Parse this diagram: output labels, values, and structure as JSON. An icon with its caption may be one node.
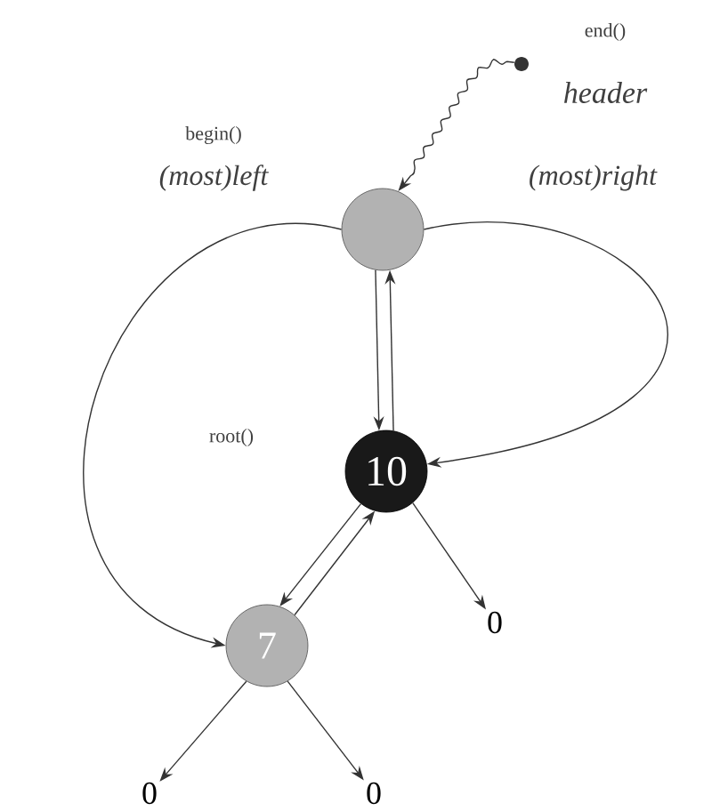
{
  "diagram": {
    "nodes": [
      {
        "text": [],
        "shape": "circle",
        "beside": [
          "end()",
          "header"
        ]
      },
      {
        "text": [],
        "shape": "circle"
      },
      {
        "text": [
          "10"
        ]
      },
      {
        "text": [
          "7"
        ]
      },
      {
        "text": [
          "0"
        ]
      },
      {
        "text": [
          "0"
        ]
      },
      {
        "text": [
          "0"
        ]
      }
    ],
    "edges": [
      {
        "from": 0,
        "to": 1,
        "arrow": "to"
      },
      {
        "from": 1,
        "to": 2,
        "arrow": "to"
      },
      {
        "from": 2,
        "to": 1,
        "arrow": "to"
      },
      {
        "from": 1,
        "to": 3,
        "arrow": "to"
      },
      {
        "from": 1,
        "to": 2,
        "arrow": "to"
      },
      {
        "from": 2,
        "to": 3,
        "arrow": "to"
      },
      {
        "from": 3,
        "to": 2,
        "arrow": "to"
      },
      {
        "from": 2,
        "to": 4,
        "arrow": "to"
      },
      {
        "from": 3,
        "to": 5,
        "arrow": "to"
      },
      {
        "from": 3,
        "to": 6,
        "arrow": "to"
      }
    ],
    "labels": [
      "begin()",
      "(most)left",
      "(most)right",
      "root()"
    ]
  }
}
